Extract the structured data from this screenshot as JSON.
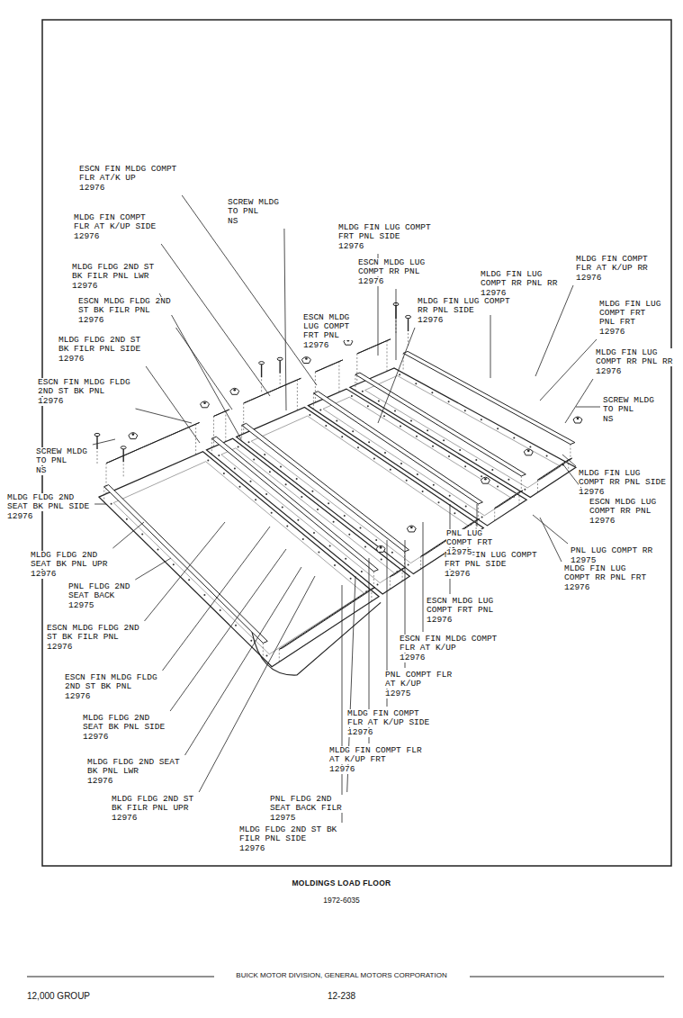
{
  "diagram": {
    "title": "MOLDINGS LOAD FLOOR",
    "caption": "1972-6035",
    "labels": [
      "ESCN FIN MLDG COMPT FLR AT/K UP",
      "12976",
      "SCREW MLDG TO PNL",
      "NS",
      "MLDG FIN COMPT FLR AT K/UP SIDE",
      "12976",
      "MLDG FLDG 2ND ST BK FILR PNL LWR",
      "12976",
      "ESCN MLDG FLDG 2ND ST BK FILR PNL",
      "12976",
      "MLDG FLDG 2ND ST BK FILR PNL SIDE",
      "12976",
      "ESCN FIN MLDG FLDG 2ND ST BK PNL",
      "12976",
      "SCREW MLDG TO PNL",
      "NS",
      "MLDG FLDG 2ND SEAT BK PNL SIDE",
      "12976",
      "MLDG FLDG 2ND SEAT BK PNL UPR",
      "12976",
      "PNL FLDG 2ND SEAT BACK",
      "12975",
      "ESCN MLDG FLDG 2ND ST BK FILR PNL",
      "12976",
      "ESCN FIN MLDG FLDG 2ND ST BK PNL",
      "12976",
      "MLDG FLDG 2ND SEAT BK PNL SIDE",
      "12976",
      "MLDG FLDG 2ND SEAT BK PNL LWR",
      "12976",
      "MLDG FLDG 2ND ST BK FILR PNL UPR",
      "12976",
      "MLDG FLDG 2ND ST BK FILR PNL SIDE",
      "12976",
      "PNL FLDG 2ND SEAT BACK FILR",
      "12975",
      "MLDG FIN COMPT FLR AT K/UP FRT",
      "12976",
      "MLDG FIN COMPT FLR AT K/UP SIDE",
      "12976",
      "PNL COMPT FLR AT K/UP",
      "12975",
      "ESCN FIN MLDG COMPT FLR AT K/UP",
      "12976",
      "ESCN MLDG LUG COMPT FRT PNL",
      "12976",
      "MLDG FIN LUG COMPT FRT PNL SIDE",
      "12976",
      "PNL LUG COMPT FRT",
      "12975",
      "PNL LUG COMPT RR",
      "12975",
      "MLDG FIN LUG COMPT RR PNL FRT",
      "12976",
      "ESCN MLDG LUG COMPT RR PNL",
      "12976",
      "MLDG FIN LUG COMPT RR PNL SIDE",
      "12976",
      "SCREW MLDG TO PNL",
      "NS",
      "MLDG FIN LUG COMPT RR PNL RR",
      "12976",
      "MLDG FIN LUG COMPT FRT PNL FRT",
      "12976",
      "MLDG FIN COMPT FLR AT K/UP RR",
      "12976",
      "MLDG FIN LUG COMPT RR PNL RR",
      "12976",
      "MLDG FIN LUG COMPT RR PNL SIDE",
      "12976",
      "ESCN MLDG LUG COMPT RR PNL",
      "12976",
      "MLDG FIN LUG COMPT FRT PNL SIDE",
      "12976",
      "ESCN MLDG LUG COMPT FRT PNL",
      "12976",
      "BUICK MOTOR DIVISION, GENERAL MOTORS CORPORATION",
      "12,000 GROUP",
      "12-238"
    ]
  }
}
